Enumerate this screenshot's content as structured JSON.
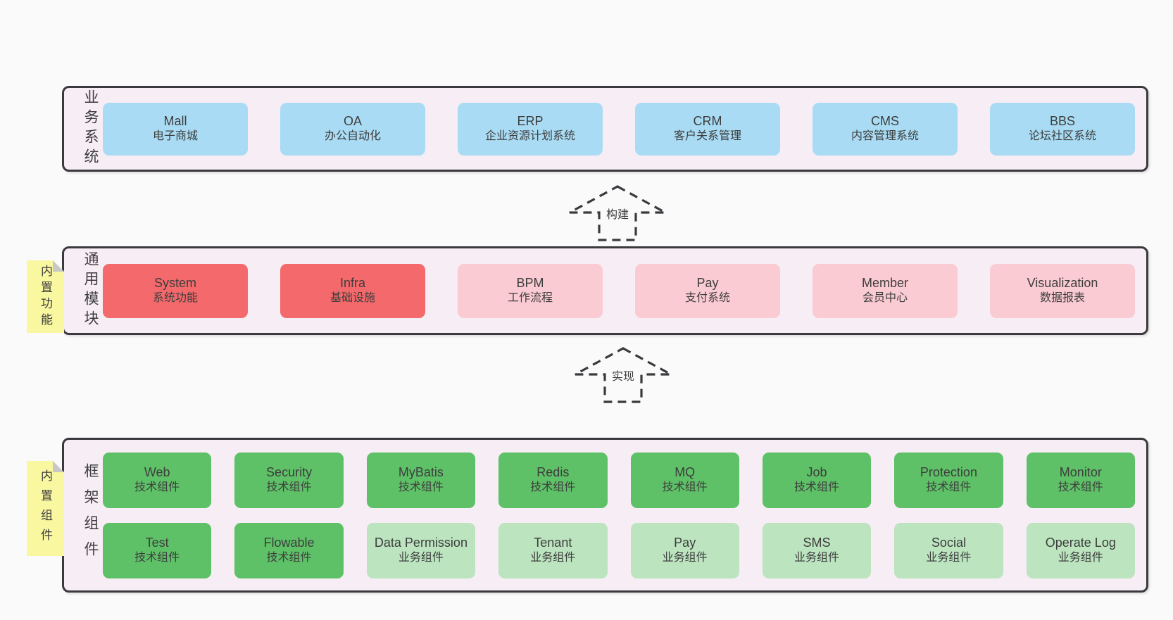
{
  "colors": {
    "page_bg": "#fafafa",
    "band_bg": "#f7edf5",
    "band_border": "#3b393e",
    "text": "#3d3d3d",
    "blue": "#a9dcf4",
    "red": "#f4696b",
    "pink": "#fbcbd3",
    "green": "#5ec167",
    "light_green": "#bbe4bf",
    "sticky_yellow": "#f9f7a0",
    "sticky_fold": "#c8c8c8"
  },
  "bands": [
    {
      "id": "business-systems",
      "label": "业务系统",
      "sticky": null,
      "rows": [
        [
          {
            "en": "Mall",
            "zh": "电子商城",
            "variant": "blue"
          },
          {
            "en": "OA",
            "zh": "办公自动化",
            "variant": "blue"
          },
          {
            "en": "ERP",
            "zh": "企业资源计划系统",
            "variant": "blue"
          },
          {
            "en": "CRM",
            "zh": "客户关系管理",
            "variant": "blue"
          },
          {
            "en": "CMS",
            "zh": "内容管理系统",
            "variant": "blue"
          },
          {
            "en": "BBS",
            "zh": "论坛社区系统",
            "variant": "blue"
          }
        ]
      ]
    },
    {
      "id": "common-modules",
      "label": "通用模块",
      "sticky": "内置功能",
      "rows": [
        [
          {
            "en": "System",
            "zh": "系统功能",
            "variant": "red"
          },
          {
            "en": "Infra",
            "zh": "基础设施",
            "variant": "red"
          },
          {
            "en": "BPM",
            "zh": "工作流程",
            "variant": "pink"
          },
          {
            "en": "Pay",
            "zh": "支付系统",
            "variant": "pink"
          },
          {
            "en": "Member",
            "zh": "会员中心",
            "variant": "pink"
          },
          {
            "en": "Visualization",
            "zh": "数据报表",
            "variant": "pink"
          }
        ]
      ]
    },
    {
      "id": "framework-components",
      "label": "框架组件",
      "sticky": "内置组件",
      "rows": [
        [
          {
            "en": "Web",
            "zh": "技术组件",
            "variant": "green"
          },
          {
            "en": "Security",
            "zh": "技术组件",
            "variant": "green"
          },
          {
            "en": "MyBatis",
            "zh": "技术组件",
            "variant": "green"
          },
          {
            "en": "Redis",
            "zh": "技术组件",
            "variant": "green"
          },
          {
            "en": "MQ",
            "zh": "技术组件",
            "variant": "green"
          },
          {
            "en": "Job",
            "zh": "技术组件",
            "variant": "green"
          },
          {
            "en": "Protection",
            "zh": "技术组件",
            "variant": "green"
          },
          {
            "en": "Monitor",
            "zh": "技术组件",
            "variant": "green"
          }
        ],
        [
          {
            "en": "Test",
            "zh": "技术组件",
            "variant": "green"
          },
          {
            "en": "Flowable",
            "zh": "技术组件",
            "variant": "green"
          },
          {
            "en": "Data Permission",
            "zh": "业务组件",
            "variant": "light_green"
          },
          {
            "en": "Tenant",
            "zh": "业务组件",
            "variant": "light_green"
          },
          {
            "en": "Pay",
            "zh": "业务组件",
            "variant": "light_green"
          },
          {
            "en": "SMS",
            "zh": "业务组件",
            "variant": "light_green"
          },
          {
            "en": "Social",
            "zh": "业务组件",
            "variant": "light_green"
          },
          {
            "en": "Operate Log",
            "zh": "业务组件",
            "variant": "light_green"
          }
        ]
      ]
    }
  ],
  "arrows": [
    {
      "label": "构建"
    },
    {
      "label": "实现"
    }
  ]
}
